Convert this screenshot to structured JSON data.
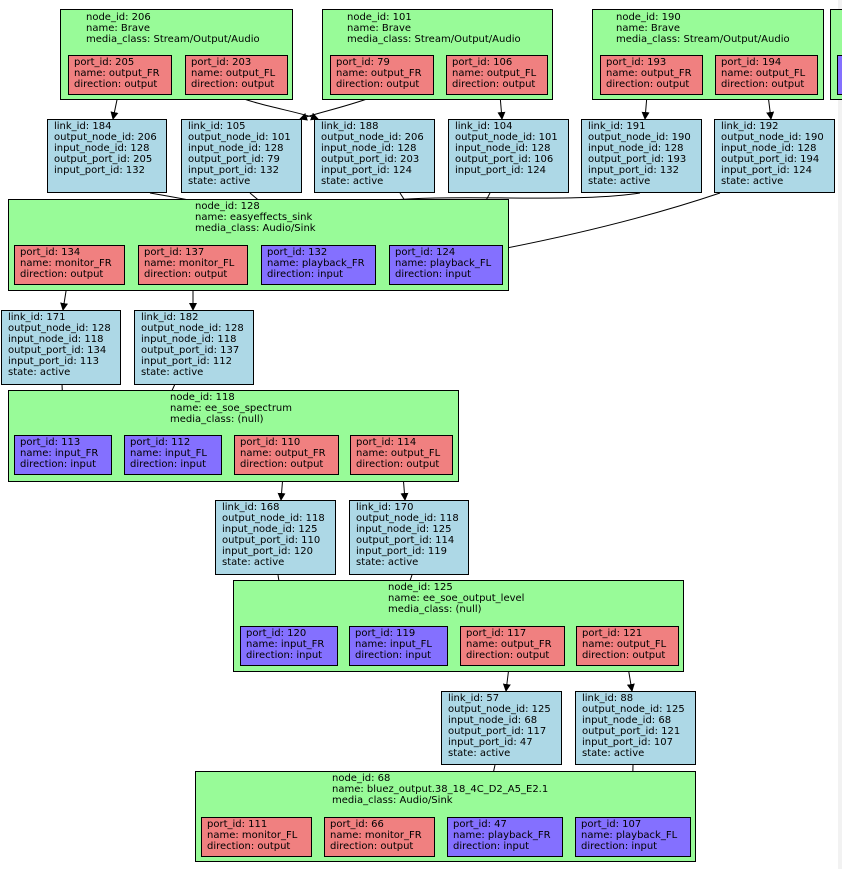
{
  "nodes": {
    "n206": {
      "node_id": "node_id: 206",
      "name": "name: Brave",
      "media_class": "media_class: Stream/Output/Audio"
    },
    "n101": {
      "node_id": "node_id: 101",
      "name": "name: Brave",
      "media_class": "media_class: Stream/Output/Audio"
    },
    "n190": {
      "node_id": "node_id: 190",
      "name": "name: Brave",
      "media_class": "media_class: Stream/Output/Audio"
    },
    "n128": {
      "node_id": "node_id: 128",
      "name": "name: easyeffects_sink",
      "media_class": "media_class: Audio/Sink"
    },
    "n118": {
      "node_id": "node_id: 118",
      "name": "name: ee_soe_spectrum",
      "media_class": "media_class: (null)"
    },
    "n125": {
      "node_id": "node_id: 125",
      "name": "name: ee_soe_output_level",
      "media_class": "media_class: (null)"
    },
    "n68": {
      "node_id": "node_id: 68",
      "name": "name: bluez_output.38_18_4C_D2_A5_E2.1",
      "media_class": "media_class: Audio/Sink"
    }
  },
  "ports": {
    "p205": {
      "id": "port_id: 205",
      "name": "name: output_FR",
      "direction": "direction: output"
    },
    "p203": {
      "id": "port_id: 203",
      "name": "name: output_FL",
      "direction": "direction: output"
    },
    "p79": {
      "id": "port_id: 79",
      "name": "name: output_FR",
      "direction": "direction: output"
    },
    "p106": {
      "id": "port_id: 106",
      "name": "name: output_FL",
      "direction": "direction: output"
    },
    "p193": {
      "id": "port_id: 193",
      "name": "name: output_FR",
      "direction": "direction: output"
    },
    "p194": {
      "id": "port_id: 194",
      "name": "name: output_FL",
      "direction": "direction: output"
    },
    "p134": {
      "id": "port_id: 134",
      "name": "name: monitor_FR",
      "direction": "direction: output"
    },
    "p137": {
      "id": "port_id: 137",
      "name": "name: monitor_FL",
      "direction": "direction: output"
    },
    "p132": {
      "id": "port_id: 132",
      "name": "name: playback_FR",
      "direction": "direction: input"
    },
    "p124": {
      "id": "port_id: 124",
      "name": "name: playback_FL",
      "direction": "direction: input"
    },
    "p113": {
      "id": "port_id: 113",
      "name": "name: input_FR",
      "direction": "direction: input"
    },
    "p112": {
      "id": "port_id: 112",
      "name": "name: input_FL",
      "direction": "direction: input"
    },
    "p110": {
      "id": "port_id: 110",
      "name": "name: output_FR",
      "direction": "direction: output"
    },
    "p114": {
      "id": "port_id: 114",
      "name": "name: output_FL",
      "direction": "direction: output"
    },
    "p120": {
      "id": "port_id: 120",
      "name": "name: input_FR",
      "direction": "direction: input"
    },
    "p119": {
      "id": "port_id: 119",
      "name": "name: input_FL",
      "direction": "direction: input"
    },
    "p117": {
      "id": "port_id: 117",
      "name": "name: output_FR",
      "direction": "direction: output"
    },
    "p121": {
      "id": "port_id: 121",
      "name": "name: output_FL",
      "direction": "direction: output"
    },
    "p111": {
      "id": "port_id: 111",
      "name": "name: monitor_FL",
      "direction": "direction: output"
    },
    "p66": {
      "id": "port_id: 66",
      "name": "name: monitor_FR",
      "direction": "direction: output"
    },
    "p47": {
      "id": "port_id: 47",
      "name": "name: playback_FR",
      "direction": "direction: input"
    },
    "p107": {
      "id": "port_id: 107",
      "name": "name: playback_FL",
      "direction": "direction: input"
    }
  },
  "links": {
    "l184": {
      "id": "link_id: 184",
      "out_node": "output_node_id: 206",
      "in_node": "input_node_id: 128",
      "out_port": "output_port_id: 205",
      "in_port": "input_port_id: 132"
    },
    "l105": {
      "id": "link_id: 105",
      "out_node": "output_node_id: 101",
      "in_node": "input_node_id: 128",
      "out_port": "output_port_id: 79",
      "in_port": "input_port_id: 132",
      "state": "state: active"
    },
    "l188": {
      "id": "link_id: 188",
      "out_node": "output_node_id: 206",
      "in_node": "input_node_id: 128",
      "out_port": "output_port_id: 203",
      "in_port": "input_port_id: 124",
      "state": "state: active"
    },
    "l104": {
      "id": "link_id: 104",
      "out_node": "output_node_id: 101",
      "in_node": "input_node_id: 128",
      "out_port": "output_port_id: 106",
      "in_port": "input_port_id: 124"
    },
    "l191": {
      "id": "link_id: 191",
      "out_node": "output_node_id: 190",
      "in_node": "input_node_id: 128",
      "out_port": "output_port_id: 193",
      "in_port": "input_port_id: 132",
      "state": "state: active"
    },
    "l192": {
      "id": "link_id: 192",
      "out_node": "output_node_id: 190",
      "in_node": "input_node_id: 128",
      "out_port": "output_port_id: 194",
      "in_port": "input_port_id: 124",
      "state": "state: active"
    },
    "l171": {
      "id": "link_id: 171",
      "out_node": "output_node_id: 128",
      "in_node": "input_node_id: 118",
      "out_port": "output_port_id: 134",
      "in_port": "input_port_id: 113",
      "state": "state: active"
    },
    "l182": {
      "id": "link_id: 182",
      "out_node": "output_node_id: 128",
      "in_node": "input_node_id: 118",
      "out_port": "output_port_id: 137",
      "in_port": "input_port_id: 112",
      "state": "state: active"
    },
    "l168": {
      "id": "link_id: 168",
      "out_node": "output_node_id: 118",
      "in_node": "input_node_id: 125",
      "out_port": "output_port_id: 110",
      "in_port": "input_port_id: 120",
      "state": "state: active"
    },
    "l170": {
      "id": "link_id: 170",
      "out_node": "output_node_id: 118",
      "in_node": "input_node_id: 125",
      "out_port": "output_port_id: 114",
      "in_port": "input_port_id: 119",
      "state": "state: active"
    },
    "l57": {
      "id": "link_id: 57",
      "out_node": "output_node_id: 125",
      "in_node": "input_node_id: 68",
      "out_port": "output_port_id: 117",
      "in_port": "input_port_id: 47",
      "state": "state: active"
    },
    "l88": {
      "id": "link_id: 88",
      "out_node": "output_node_id: 125",
      "in_node": "input_node_id: 68",
      "out_port": "output_port_id: 121",
      "in_port": "input_port_id: 107",
      "state": "state: active"
    }
  },
  "colors": {
    "node_fill": "#98fb98",
    "link_fill": "#add8e6",
    "output_port_fill": "#f08080",
    "input_port_fill": "#8470ff"
  }
}
